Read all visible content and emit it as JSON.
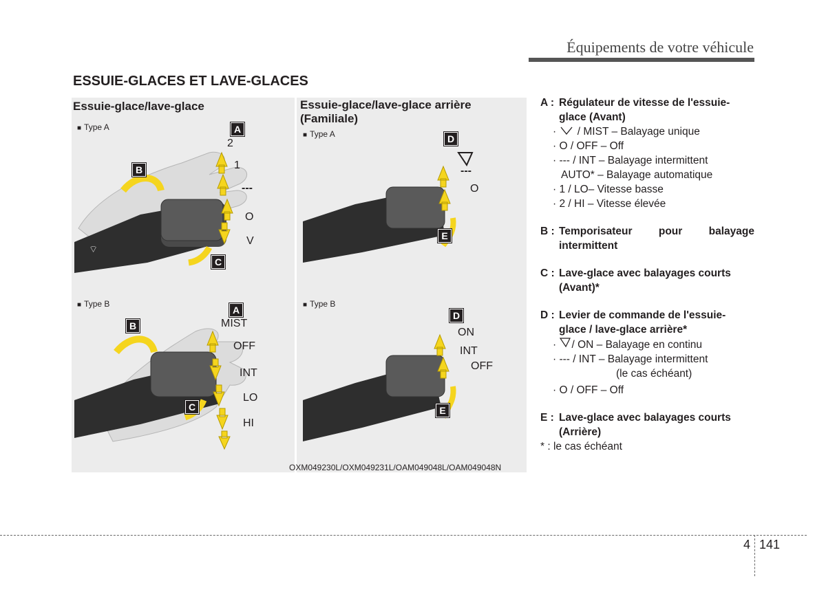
{
  "header": {
    "chapter_title": "Équipements de votre véhicule"
  },
  "section_title": "ESSUIE-GLACES ET LAVE-GLACES",
  "figure": {
    "left_title": "Essuie-glace/lave-glace",
    "right_title_line1": "Essuie-glace/lave-glace arrière",
    "right_title_line2": "(Familiale)",
    "type_a": "Type A",
    "type_b": "Type B",
    "caption": "OXM049230L/OXM049231L/OAM049048L/OAM049048N",
    "callouts": {
      "a": "A",
      "b": "B",
      "c": "C",
      "d": "D",
      "e": "E"
    },
    "front_a_positions": [
      "2",
      "1",
      "---",
      "O",
      "V"
    ],
    "front_b_positions": [
      "MIST",
      "OFF",
      "INT",
      "LO",
      "HI"
    ],
    "rear_a_positions": [
      "---",
      "O"
    ],
    "rear_b_positions": [
      "ON",
      "INT",
      "OFF"
    ]
  },
  "legend": {
    "a_key": "A :",
    "a_title_1": "Régulateur de vitesse de l'essuie-",
    "a_title_2": "glace (Avant)",
    "a_items": [
      "/ MIST – Balayage unique",
      "O / OFF – Off",
      "--- / INT – Balayage intermittent",
      "AUTO* – Balayage automatique",
      "1 / LO– Vitesse basse",
      "2 / HI – Vitesse élevée"
    ],
    "b_key": "B :",
    "b_title_words": [
      "Temporisateur",
      "pour",
      "balayage"
    ],
    "b_title_2": "intermittent",
    "c_key": "C :",
    "c_title_1": "Lave-glace avec balayages courts",
    "c_title_2": "(Avant)*",
    "d_key": "D :",
    "d_title_1": "Levier de commande de l'essuie-",
    "d_title_2": "glace / lave-glace arrière*",
    "d_items": [
      "/ ON – Balayage en continu",
      "--- / INT – Balayage intermittent",
      "(le cas échéant)",
      "O / OFF – Off"
    ],
    "e_key": "E :",
    "e_title_1": "Lave-glace avec balayages courts",
    "e_title_2": "(Arrière)",
    "footnote": "* : le cas échéant"
  },
  "footer": {
    "chapter": "4",
    "page": "141"
  },
  "colors": {
    "arrow_yellow": "#f5d51e",
    "callout_bg": "#231f20",
    "figure_bg": "#ececec"
  }
}
